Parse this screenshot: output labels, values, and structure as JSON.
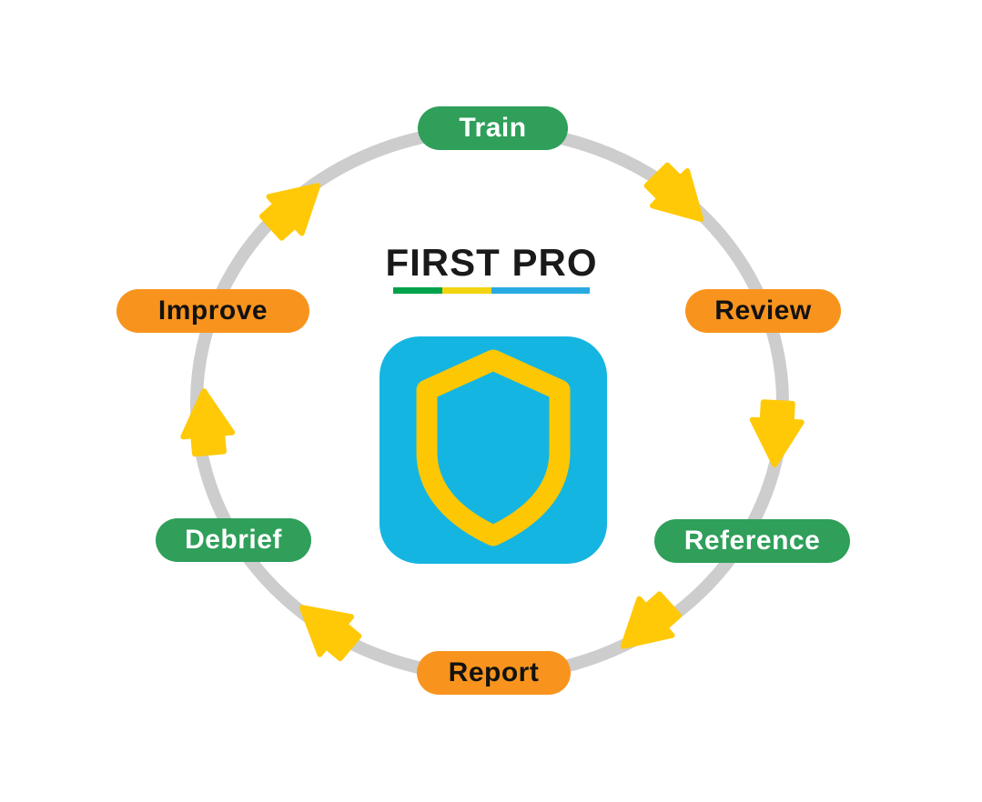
{
  "brand": {
    "name": "FIRST PRO",
    "icon": "shield-icon"
  },
  "steps": [
    {
      "label": "Train",
      "color": "green"
    },
    {
      "label": "Review",
      "color": "orange"
    },
    {
      "label": "Reference",
      "color": "green"
    },
    {
      "label": "Report",
      "color": "orange"
    },
    {
      "label": "Debrief",
      "color": "green"
    },
    {
      "label": "Improve",
      "color": "orange"
    }
  ],
  "flow": {
    "direction": "clockwise",
    "arrow_count": 6
  },
  "colors": {
    "pill-green": "#2F9F5A",
    "pill-orange": "#F8941D",
    "arrow-yellow": "#FFC907",
    "shield-yellow": "#FDC704",
    "icon-cyan": "#15B5E1",
    "ring-gray": "#CDCDCD",
    "underline-green": "#00A14B",
    "underline-yellow": "#F2D410",
    "underline-blue": "#29ABE2",
    "brand-text": "#1A1A1A"
  }
}
